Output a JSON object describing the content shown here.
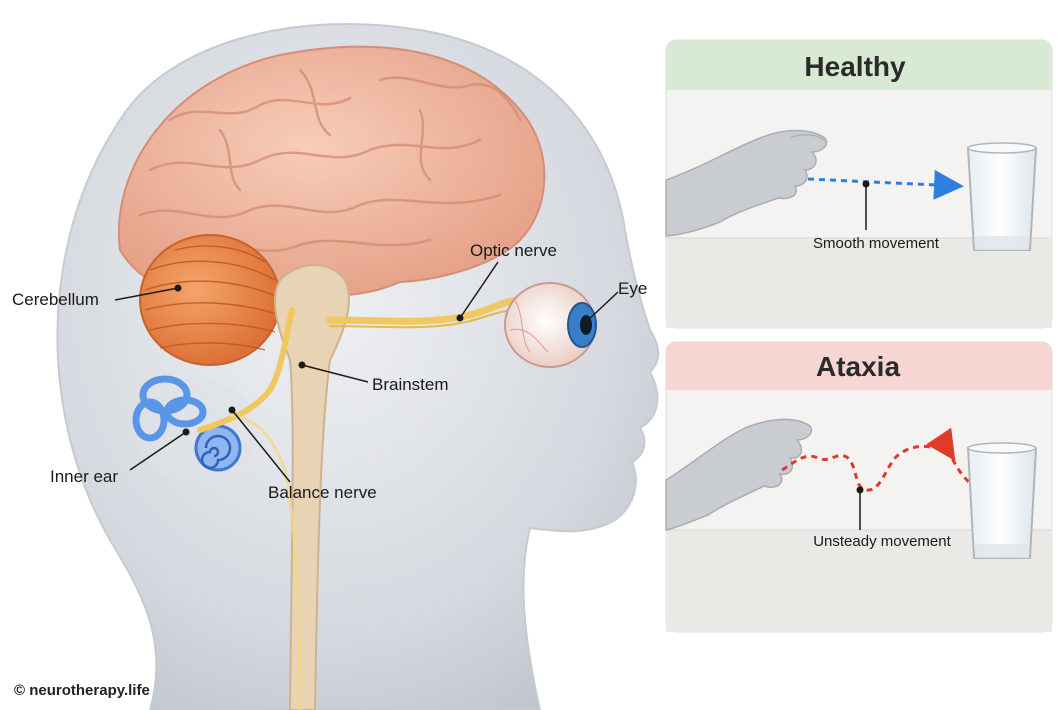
{
  "labels": {
    "cerebellum": "Cerebellum",
    "optic_nerve": "Optic nerve",
    "eye": "Eye",
    "brainstem": "Brainstem",
    "inner_ear": "Inner ear",
    "balance_nerve": "Balance nerve"
  },
  "panels": {
    "healthy": {
      "title": "Healthy",
      "caption": "Smooth movement"
    },
    "ataxia": {
      "title": "Ataxia",
      "caption": "Unsteady movement"
    }
  },
  "watermark": "© neurotherapy.life",
  "colors": {
    "healthy_header": "#d8ead3",
    "ataxia_header": "#f6d6d2",
    "healthy_path": "#2f7fe0",
    "ataxia_path": "#e03a2a",
    "nerve": "#f0c860",
    "cerebellum": "#e98445",
    "brain": "#f2b6a0",
    "inner_ear": "#5b95e8"
  }
}
